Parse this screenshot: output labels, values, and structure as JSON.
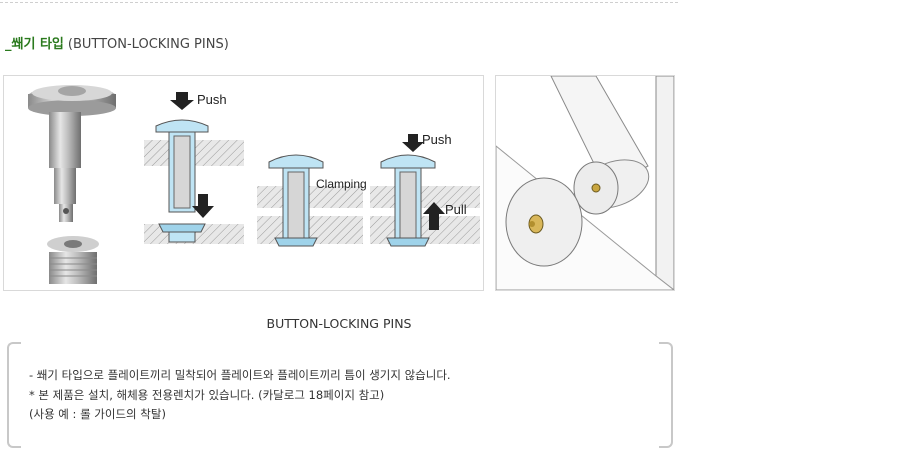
{
  "section": {
    "title_ko": "_쐐기 타입",
    "title_en": "(BUTTON-LOCKING PINS)"
  },
  "diagram": {
    "label_push_1": "Push",
    "label_clamping": "Clamping",
    "label_push_2": "Push",
    "label_pull": "Pull"
  },
  "caption": "BUTTON-LOCKING PINS",
  "notes": [
    "- 쐐기 타입으로 플레이트끼리 밀착되어 플레이트와 플레이트끼리 틈이 생기지 않습니다.",
    "* 본 제품은 설치, 해체용 전용렌치가 있습니다. (카달로그 18페이지 참고)",
    "(사용 예 : 롤 가이드의 착탈)"
  ]
}
